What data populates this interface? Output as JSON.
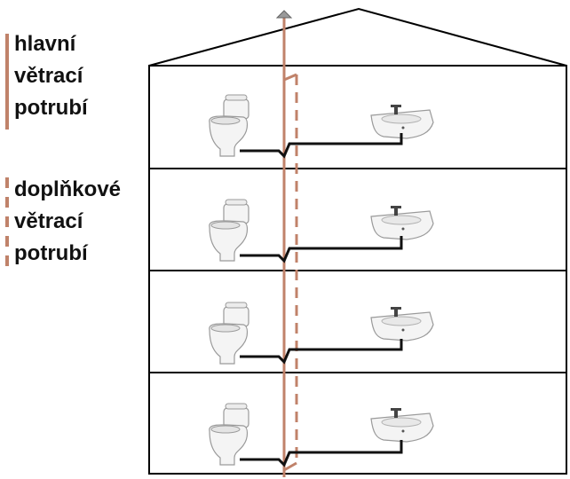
{
  "legend": {
    "main_vent": "hlavní\nvětrací\npotrubí",
    "secondary_vent": "doplňkové\nvětrací\npotrubí"
  },
  "colors": {
    "vent_pipe": "#c0826a",
    "drain_pipe": "#111111",
    "outline": "#000000",
    "fixture_fill": "#f4f4f4",
    "fixture_stroke": "#9a9a9a"
  },
  "building": {
    "floors": 4,
    "fixtures_per_floor": [
      "toilet-icon",
      "washbasin-icon"
    ]
  }
}
